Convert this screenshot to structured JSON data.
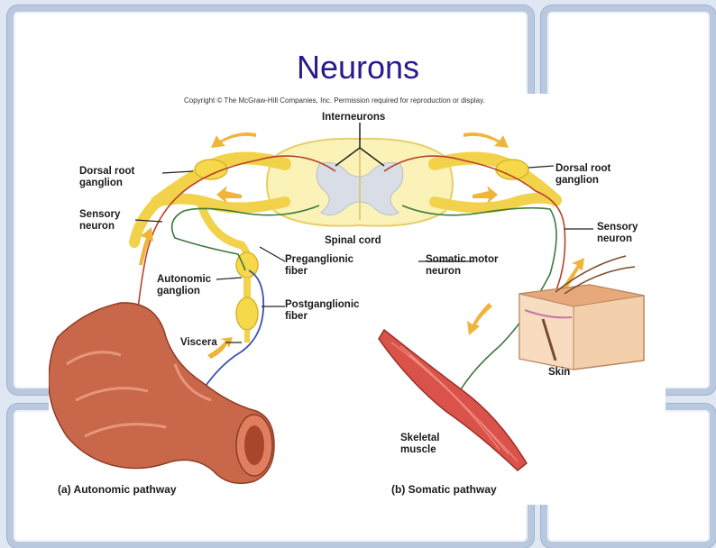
{
  "slide": {
    "title": "Neurons"
  },
  "figure": {
    "copyright": "Copyright © The McGraw-Hill Companies, Inc. Permission required for reproduction or display.",
    "labels": {
      "interneurons": "Interneurons",
      "dorsal_root_ganglion_left_line1": "Dorsal root",
      "dorsal_root_ganglion_left_line2": "ganglion",
      "sensory_neuron_left_line1": "Sensory",
      "sensory_neuron_left_line2": "neuron",
      "autonomic_ganglion_line1": "Autonomic",
      "autonomic_ganglion_line2": "ganglion",
      "preganglionic_line1": "Preganglionic",
      "preganglionic_line2": "fiber",
      "postganglionic_line1": "Postganglionic",
      "postganglionic_line2": "fiber",
      "viscera": "Viscera",
      "spinal_cord": "Spinal cord",
      "dorsal_root_ganglion_right_line1": "Dorsal root",
      "dorsal_root_ganglion_right_line2": "ganglion",
      "sensory_neuron_right_line1": "Sensory",
      "sensory_neuron_right_line2": "neuron",
      "somatic_motor_line1": "Somatic motor",
      "somatic_motor_line2": "neuron",
      "skin": "Skin",
      "skeletal_muscle_line1": "Skeletal",
      "skeletal_muscle_line2": "muscle"
    },
    "captions": {
      "a": "(a) Autonomic pathway",
      "b": "(b) Somatic pathway"
    },
    "colors": {
      "sensory_nerve": "#b8412c",
      "motor_nerve": "#3c7a3a",
      "postganglionic": "#3a4fb0",
      "ganglion": "#f2d24a",
      "gray_matter": "#d9dde6",
      "intestine": "#c9674a",
      "muscle": "#d9534a",
      "skin": "#f0c9a6"
    }
  }
}
